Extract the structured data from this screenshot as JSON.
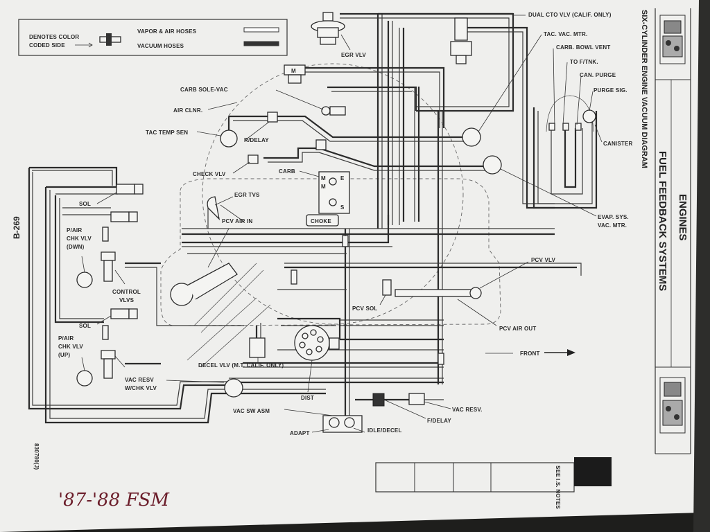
{
  "legend": {
    "color_coded_line1": "DENOTES COLOR",
    "color_coded_line2": "CODED SIDE",
    "vapor_air": "VAPOR & AIR HOSES",
    "vacuum": "VACUUM HOSES"
  },
  "page_ref": "B-269",
  "fig_code": "830780(J)",
  "handwritten_note": "'87-'88 FSM",
  "header": {
    "section": "ENGINES",
    "system": "FUEL FEEDBACK SYSTEMS",
    "diagram_title": "SIX-CYLINDER ENGINE VACUUM DIAGRAM"
  },
  "see_notes": "SEE I.S. NOTES",
  "labels": {
    "egr_vlv": "EGR VLV",
    "dual_cto": "DUAL CTO VLV (CALIF. ONLY)",
    "tac_vac_mtr": "TAC. VAC. MTR.",
    "carb_bowl_vent": "CARB. BOWL VENT",
    "to_f_tnk": "TO F/TNK.",
    "can_purge": "CAN. PURGE",
    "purge_sig": "PURGE SIG.",
    "canister": "CANISTER",
    "carb_sole_vac": "CARB SOLE-VAC",
    "air_clnr": "AIR CLNR.",
    "tac_temp_sen": "TAC TEMP SEN",
    "r_delay": "R/DELAY",
    "check_vlv": "CHECK VLV",
    "carb": "CARB",
    "egr_tvs": "EGR TVS",
    "sol_1": "SOL",
    "p_air_dwn_1": "P/AIR",
    "p_air_dwn_2": "CHK VLV",
    "p_air_dwn_3": "(DWN)",
    "pcv_air_in": "PCV AIR IN",
    "choke": "CHOKE",
    "evap_1": "EVAP. SYS.",
    "evap_2": "VAC. MTR.",
    "control_1": "CONTROL",
    "control_2": "VLVS",
    "pcv_vlv": "PCV VLV",
    "pcv_sol": "PCV SOL",
    "pcv_air_out": "PCV AIR OUT",
    "sol_2": "SOL",
    "p_air_up_1": "P/AIR",
    "p_air_up_2": "CHK VLV",
    "p_air_up_3": "(UP)",
    "front": "FRONT",
    "decel_vlv": "DECEL VLV (M.T. CALIF. ONLY)",
    "vac_resv_1": "VAC RESV",
    "vac_resv_2": "W/CHK VLV",
    "dist": "DIST",
    "vac_resv_r": "VAC RESV.",
    "vac_sw_asm": "VAC SW ASM",
    "f_delay": "F/DELAY",
    "adapt": "ADAPT",
    "idle_decel": "IDLE/DECEL",
    "carb_m1": "M",
    "carb_e": "E",
    "carb_m2": "M",
    "carb_s": "S",
    "tac_m": "M"
  },
  "colors": {
    "paper": "#efefed",
    "ink": "#2a2a2a",
    "handwriting": "#6b1d2a",
    "background": "#1e1e1c"
  }
}
